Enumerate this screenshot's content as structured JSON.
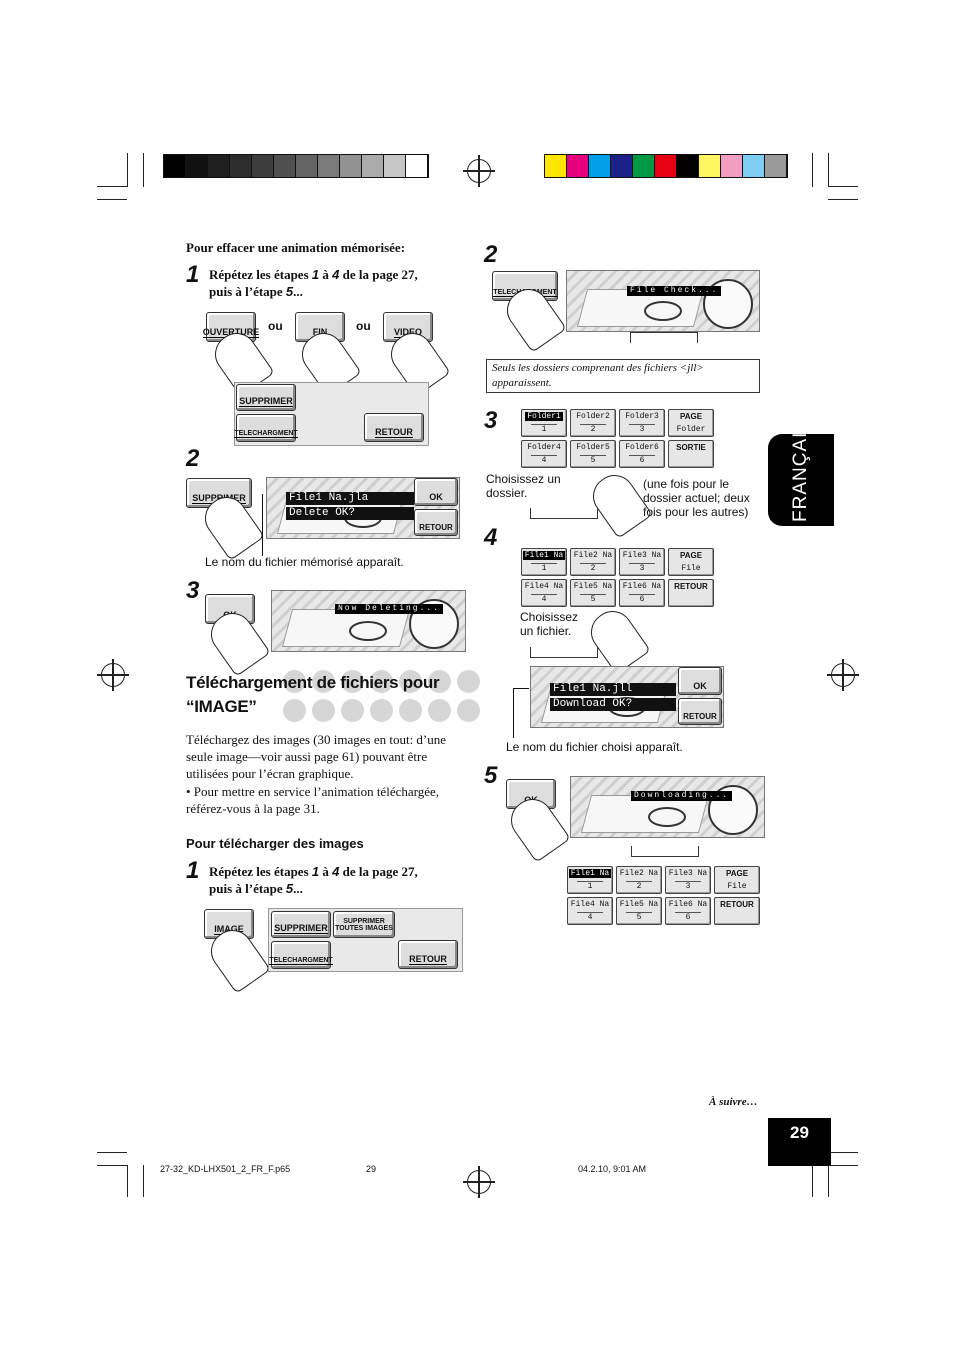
{
  "section_tab": "FRANÇAIS",
  "page_number": "29",
  "colors": {
    "gray_bar": [
      "#000000",
      "#111111",
      "#1f1f1f",
      "#2d2d2d",
      "#3d3d3d",
      "#4f4f4f",
      "#646464",
      "#7a7a7a",
      "#929292",
      "#ababab",
      "#c6c6c6",
      "#ffffff"
    ],
    "color_bar": [
      "#ffe600",
      "#e6007e",
      "#00a0e9",
      "#1d2088",
      "#009944",
      "#e60012",
      "#000000",
      "#fff462",
      "#f19ec2",
      "#7ecef4",
      "#9a9a9a"
    ]
  },
  "left": {
    "heading1": "Pour effacer une animation mémorisée:",
    "s1_num": "1",
    "s1_a": "Répétez les étapes ",
    "s1_b": "1",
    "s1_c": " à ",
    "s1_d": "4",
    "s1_e": " de la page 27,",
    "s1_f": "puis à l’étape ",
    "s1_g": "5",
    "s1_h": "...",
    "ou": "ou",
    "btn_ouverture": "OUVERTURE",
    "btn_fin": "FIN",
    "btn_video": "VIDEO",
    "btn_supprimer": "SUPPRIMER",
    "btn_telechargement": "TELECHARGMENT",
    "btn_retour": "RETOUR",
    "s2_num": "2",
    "file_line1": "File1 Na.jla",
    "file_line2": "Delete OK?",
    "btn_ok": "OK",
    "caption2": "Le nom du fichier mémorisé apparaît.",
    "s3_num": "3",
    "now_deleting": "Now Deleting...",
    "title_a": "Téléchargement de fichiers pour",
    "title_b": "“IMAGE”",
    "para1": "Téléchargez des images (30 images en tout: d’une seule image—voir aussi page 61) pouvant être utilisées pour l’écran graphique.",
    "bullet": "• Pour mettre en service l’animation téléchargée, référez-vous à la page 31.",
    "heading2": "Pour télécharger des images",
    "d1_num": "1",
    "btn_image": "IMAGE",
    "btn_supprimer_toutes_1": "SUPPRIMER",
    "btn_supprimer_toutes_2": "TOUTES IMAGES"
  },
  "right": {
    "s2_num": "2",
    "btn_telechargement": "TELECHARGMENT",
    "file_check": "File Check...",
    "note": "Seuls les dossiers comprenant des fichiers <jll> apparaissent.",
    "s3_num": "3",
    "folders": [
      {
        "name": "Folder1",
        "num": "1",
        "sel": true
      },
      {
        "name": "Folder2",
        "num": "2",
        "sel": false
      },
      {
        "name": "Folder3",
        "num": "3",
        "sel": false
      },
      {
        "name": "Folder4",
        "num": "4",
        "sel": false
      },
      {
        "name": "Folder5",
        "num": "5",
        "sel": false
      },
      {
        "name": "Folder6",
        "num": "6",
        "sel": false
      }
    ],
    "page_label": "PAGE",
    "folder_label": "Folder",
    "sortie": "SORTIE",
    "choose_folder": "Choisissez un dossier.",
    "folder_note": "(une fois pour le dossier actuel; deux fois pour les autres)",
    "s4_num": "4",
    "files": [
      {
        "name": "File1 Na",
        "num": "1",
        "sel": true
      },
      {
        "name": "File2 Na",
        "num": "2",
        "sel": false
      },
      {
        "name": "File3 Na",
        "num": "3",
        "sel": false
      },
      {
        "name": "File4 Na",
        "num": "4",
        "sel": false
      },
      {
        "name": "File5 Na",
        "num": "5",
        "sel": false
      },
      {
        "name": "File6 Na",
        "num": "6",
        "sel": false
      }
    ],
    "file_label": "File",
    "retour": "RETOUR",
    "choose_file": "Choisissez un fichier.",
    "dl_line1": "File1 Na.jll",
    "dl_line2": "Download OK?",
    "ok": "OK",
    "caption4": "Le nom du fichier choisi apparaît.",
    "s5_num": "5",
    "downloading": "Downloading..."
  },
  "footer": {
    "a_suivre": "À suivre…",
    "file": "27-32_KD-LHX501_2_FR_F.p65",
    "pg": "29",
    "date": "04.2.10, 9:01 AM"
  }
}
